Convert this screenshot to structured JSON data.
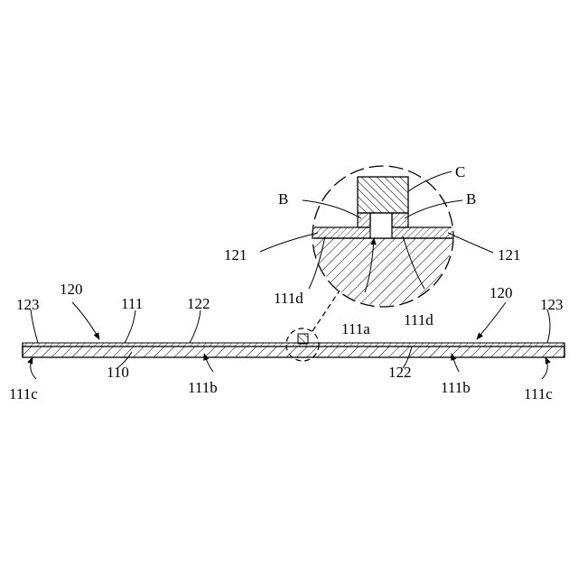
{
  "labels": {
    "c": "C",
    "b_left": "B",
    "b_right": "B",
    "l121_left": "121",
    "l121_right": "121",
    "l111d_left": "111d",
    "l111d_right": "111d",
    "l111a": "111a",
    "l123_left": "123",
    "l123_right": "123",
    "l120_left": "120",
    "l120_right": "120",
    "l111": "111",
    "l122_top": "122",
    "l122_bottom": "122",
    "l110": "110",
    "l111b_left": "111b",
    "l111b_right": "111b",
    "l111c_left": "111c",
    "l111c_right": "111c"
  },
  "colors": {
    "ink": "#000000",
    "paper": "#ffffff"
  }
}
